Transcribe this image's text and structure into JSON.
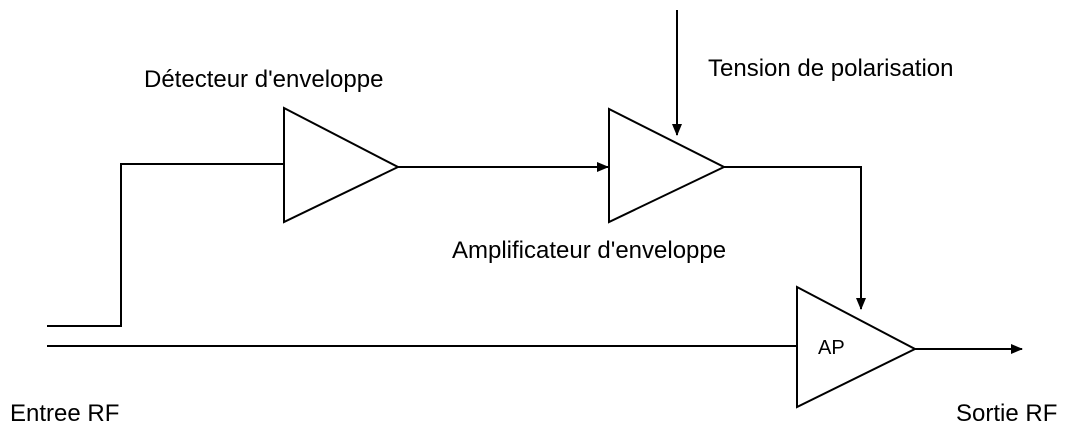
{
  "labels": {
    "envelope_detector": "Détecteur d'enveloppe",
    "bias_voltage": "Tension de polarisation",
    "envelope_amplifier": "Amplificateur d'enveloppe",
    "rf_input": "Entree RF",
    "rf_output": "Sortie RF",
    "power_amplifier": "AP"
  },
  "colors": {
    "line": "#000000",
    "background": "#ffffff"
  }
}
